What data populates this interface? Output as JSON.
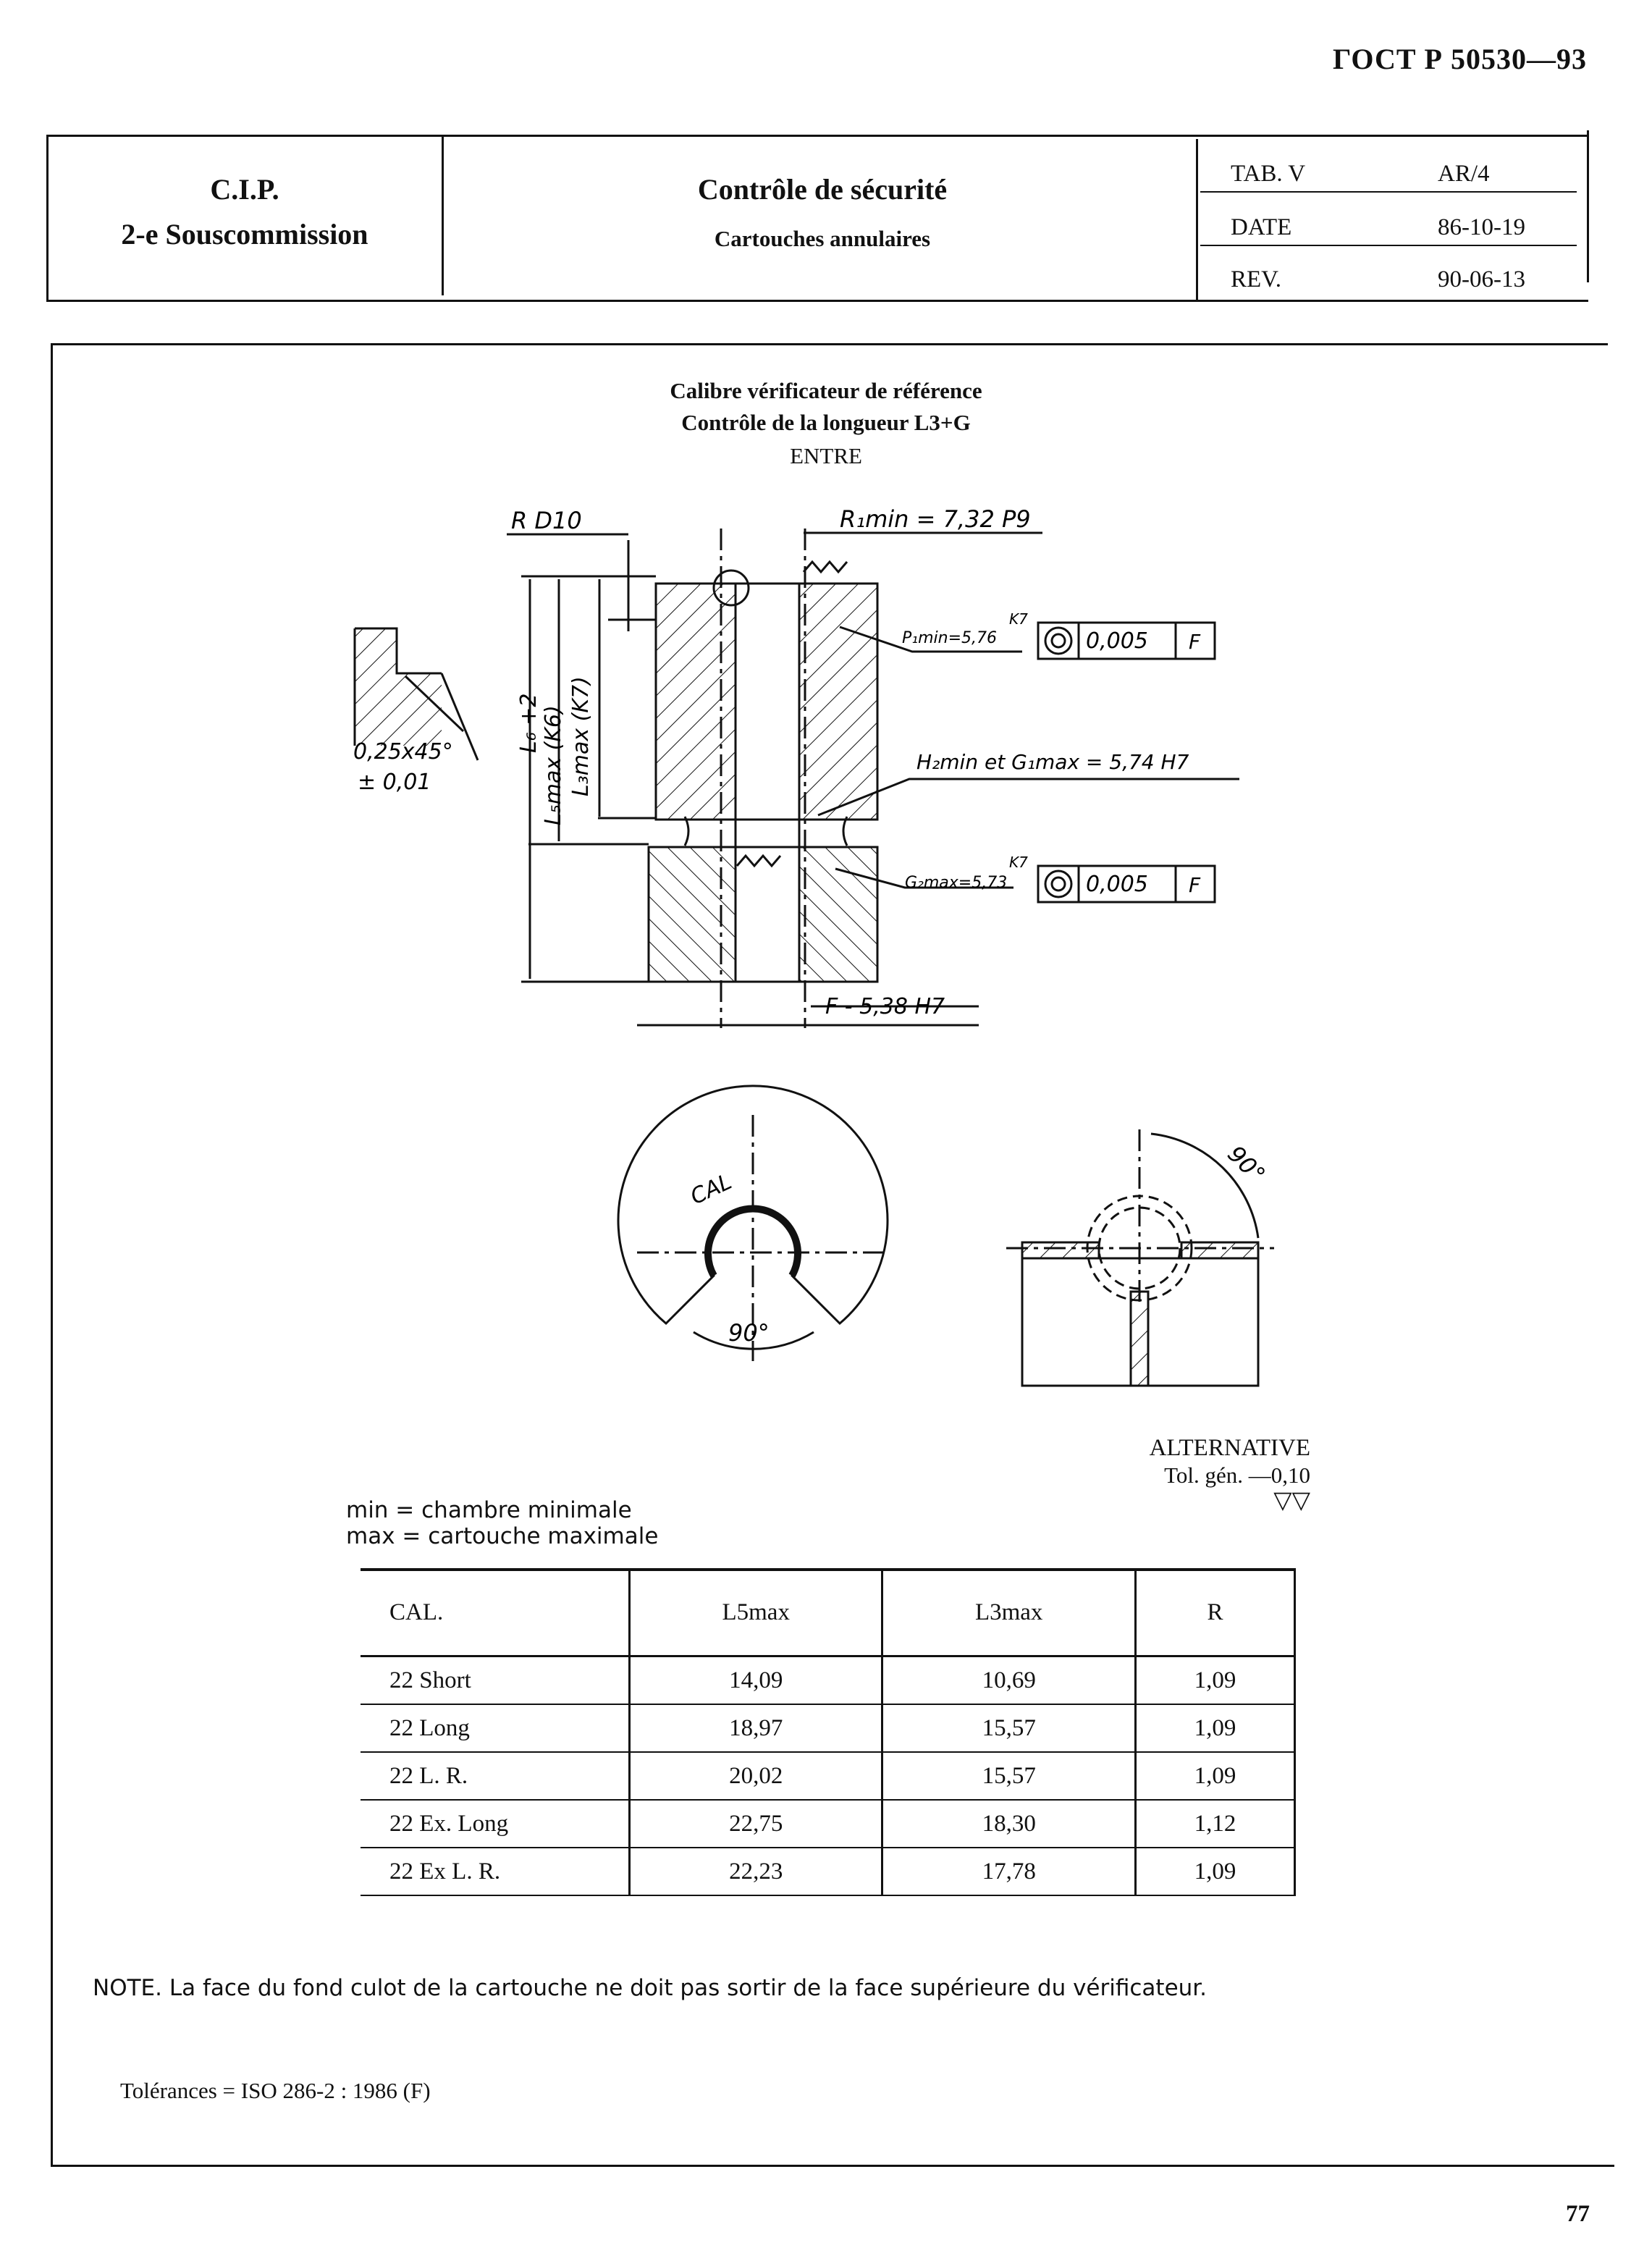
{
  "header": {
    "standard": "ГОСТ Р  50530—93"
  },
  "title_block": {
    "org_line1": "C.I.P.",
    "org_line2": "2-e Souscommission",
    "title": "Contrôle de sécurité",
    "subtitle": "Cartouches annulaires",
    "tab_label": "TAB. V",
    "tab_value": "AR/4",
    "date_label": "DATE",
    "date_value": "86-10-19",
    "rev_label": "REV.",
    "rev_value": "90-06-13"
  },
  "drawing": {
    "title1": "Calibre vérificateur de référence",
    "title2": "Contrôle de la longueur L3+G",
    "title3": "ENTRE",
    "labels": {
      "r_d10": "R D10",
      "r1min": "R₁min = 7,32 P9",
      "p1min": "P₁min=5,76",
      "k7_a": "K7",
      "tol_a": "0,005",
      "f_a": "F",
      "chamfer": "0,25x45°",
      "chamfer_tol": "± 0,01",
      "l6": "L₆ +2",
      "l5max": "L₅max (K6)",
      "l3max": "L₃max (K7)",
      "h2min": "H₂min et G₁max = 5,74  H7",
      "g2max": "G₂max=5,73",
      "k7_b": "K7",
      "tol_b": "0,005",
      "f_b": "F",
      "f_dim": "F - 5,38  H7",
      "cal": "CAL",
      "angle_a": "90°",
      "angle_b": "90°"
    },
    "alternative": "ALTERNATIVE",
    "tol_gen": "Tol. gén. —0,10",
    "surface_mark": "▽▽"
  },
  "legend": {
    "min": "min = chambre minimale",
    "max": "max = cartouche maximale"
  },
  "table": {
    "headers": [
      "CAL.",
      "L5max",
      "L3max",
      "R"
    ],
    "rows": [
      [
        "22 Short",
        "14,09",
        "10,69",
        "1,09"
      ],
      [
        "22 Long",
        "18,97",
        "15,57",
        "1,09"
      ],
      [
        "22 L. R.",
        "20,02",
        "15,57",
        "1,09"
      ],
      [
        "22 Ex. Long",
        "22,75",
        "18,30",
        "1,12"
      ],
      [
        "22 Ex L. R.",
        "22,23",
        "17,78",
        "1,09"
      ]
    ]
  },
  "note": "NOTE. La face du fond culot de la cartouche ne doit pas sortir  de la face supérieure du vérificateur.",
  "tolerances": "Tolérances = ISO 286-2 : 1986  (F)",
  "page_number": "77"
}
